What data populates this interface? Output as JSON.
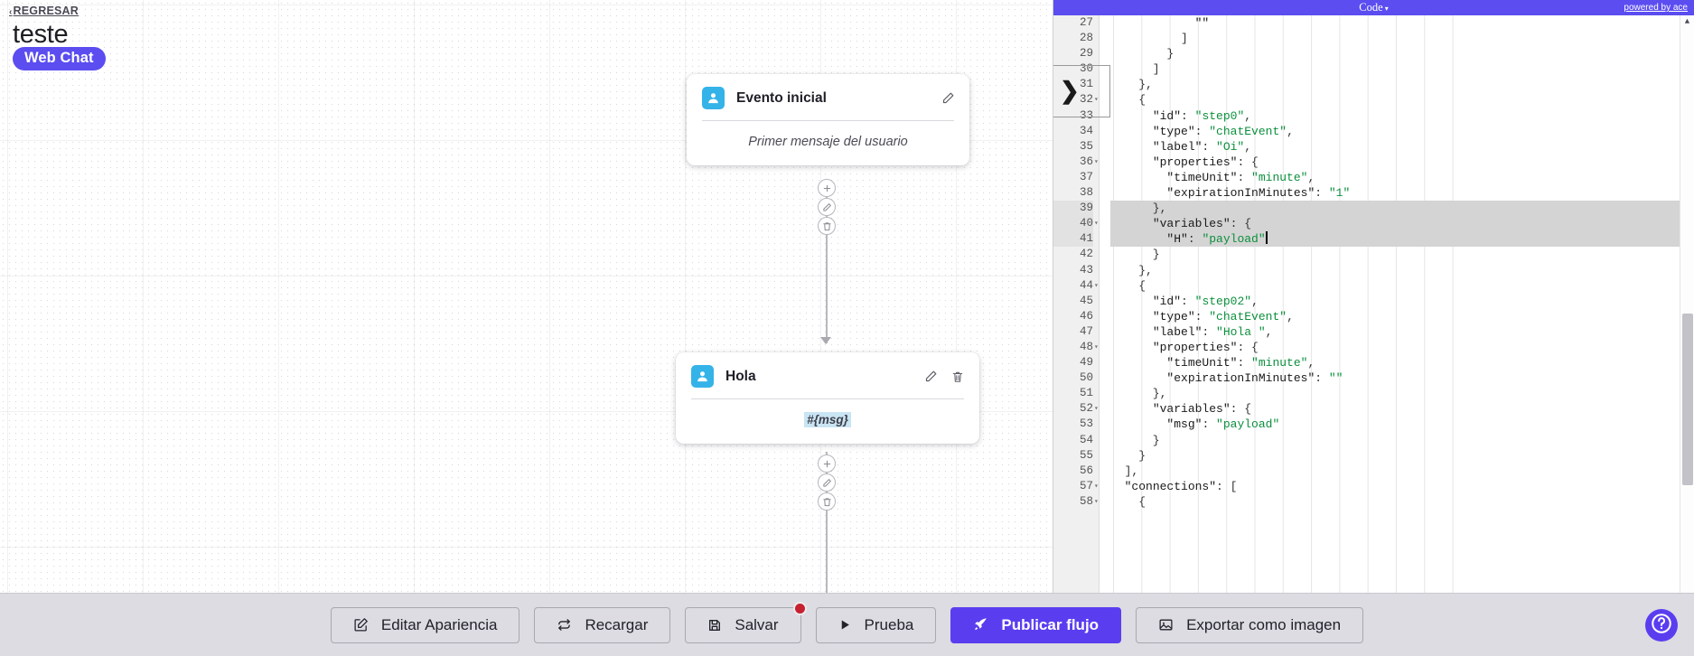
{
  "header": {
    "back_label": "REGRESAR",
    "back_icon": "chevron-left-icon",
    "title": "teste",
    "channel_badge": "Web Chat",
    "brand_color": "#5b4df0"
  },
  "canvas": {
    "nodes": [
      {
        "id": "node-initial",
        "avatar_icon": "user-icon",
        "avatar_color": "#34b3e8",
        "title": "Evento inicial",
        "body_text": "Primer mensaje del usuario",
        "body_kind": "placeholder",
        "actions": [
          "edit-icon"
        ]
      },
      {
        "id": "node-hola",
        "avatar_icon": "user-icon",
        "avatar_color": "#34b3e8",
        "title": "Hola",
        "body_text": "#{msg}",
        "body_kind": "variable-chip",
        "actions": [
          "edit-icon",
          "trash-icon"
        ]
      }
    ],
    "action_stacks": [
      {
        "buttons": [
          "add-icon",
          "edit-icon",
          "trash-icon"
        ]
      },
      {
        "buttons": [
          "add-icon",
          "edit-icon",
          "trash-icon"
        ]
      }
    ]
  },
  "editor": {
    "bar_title": "Code",
    "bar_caret": "▾",
    "powered_by": "powered by ace",
    "scroll_up_arrow": "▲",
    "first_line_number": 27,
    "lines": [
      {
        "n": 27,
        "text": "            \"\"",
        "fold": "",
        "state": ""
      },
      {
        "n": 28,
        "text": "          ]",
        "fold": "",
        "state": ""
      },
      {
        "n": 29,
        "text": "        }",
        "fold": "",
        "state": ""
      },
      {
        "n": 30,
        "text": "      ]",
        "fold": "",
        "state": ""
      },
      {
        "n": 31,
        "text": "    },",
        "fold": "",
        "state": ""
      },
      {
        "n": 32,
        "text": "    {",
        "fold": "▾",
        "state": ""
      },
      {
        "n": 33,
        "text": "      \"id\": \"step0\",",
        "fold": "",
        "state": ""
      },
      {
        "n": 34,
        "text": "      \"type\": \"chatEvent\",",
        "fold": "",
        "state": ""
      },
      {
        "n": 35,
        "text": "      \"label\": \"Oi\",",
        "fold": "",
        "state": ""
      },
      {
        "n": 36,
        "text": "      \"properties\": {",
        "fold": "▾",
        "state": ""
      },
      {
        "n": 37,
        "text": "        \"timeUnit\": \"minute\",",
        "fold": "",
        "state": ""
      },
      {
        "n": 38,
        "text": "        \"expirationInMinutes\": \"1\"",
        "fold": "",
        "state": ""
      },
      {
        "n": 39,
        "text": "      },",
        "fold": "",
        "state": "selected"
      },
      {
        "n": 40,
        "text": "      \"variables\": {",
        "fold": "▾",
        "state": "selected"
      },
      {
        "n": 41,
        "text": "        \"H\": \"payload\"",
        "fold": "",
        "state": "cursor"
      },
      {
        "n": 42,
        "text": "      }",
        "fold": "",
        "state": ""
      },
      {
        "n": 43,
        "text": "    },",
        "fold": "",
        "state": ""
      },
      {
        "n": 44,
        "text": "    {",
        "fold": "▾",
        "state": ""
      },
      {
        "n": 45,
        "text": "      \"id\": \"step02\",",
        "fold": "",
        "state": ""
      },
      {
        "n": 46,
        "text": "      \"type\": \"chatEvent\",",
        "fold": "",
        "state": ""
      },
      {
        "n": 47,
        "text": "      \"label\": \"Hola \",",
        "fold": "",
        "state": ""
      },
      {
        "n": 48,
        "text": "      \"properties\": {",
        "fold": "▾",
        "state": ""
      },
      {
        "n": 49,
        "text": "        \"timeUnit\": \"minute\",",
        "fold": "",
        "state": ""
      },
      {
        "n": 50,
        "text": "        \"expirationInMinutes\": \"\"",
        "fold": "",
        "state": ""
      },
      {
        "n": 51,
        "text": "      },",
        "fold": "",
        "state": ""
      },
      {
        "n": 52,
        "text": "      \"variables\": {",
        "fold": "▾",
        "state": ""
      },
      {
        "n": 53,
        "text": "        \"msg\": \"payload\"",
        "fold": "",
        "state": ""
      },
      {
        "n": 54,
        "text": "      }",
        "fold": "",
        "state": ""
      },
      {
        "n": 55,
        "text": "    }",
        "fold": "",
        "state": ""
      },
      {
        "n": 56,
        "text": "  ],",
        "fold": "",
        "state": ""
      },
      {
        "n": 57,
        "text": "  \"connections\": [",
        "fold": "▾",
        "state": ""
      },
      {
        "n": 58,
        "text": "    {",
        "fold": "▾",
        "state": ""
      }
    ]
  },
  "toolbar": {
    "buttons": [
      {
        "label": "Editar Apariencia",
        "icon": "edit-square-icon",
        "style": "default",
        "badge": false
      },
      {
        "label": "Recargar",
        "icon": "refresh-icon",
        "style": "default",
        "badge": false
      },
      {
        "label": "Salvar",
        "icon": "save-icon",
        "style": "default",
        "badge": true
      },
      {
        "label": "Prueba",
        "icon": "play-icon",
        "style": "default",
        "badge": false
      },
      {
        "label": "Publicar flujo",
        "icon": "rocket-icon",
        "style": "primary",
        "badge": false
      },
      {
        "label": "Exportar como imagen",
        "icon": "image-icon",
        "style": "default",
        "badge": false
      }
    ],
    "badge_color": "#c72030",
    "help_icon": "question-circle-icon"
  }
}
